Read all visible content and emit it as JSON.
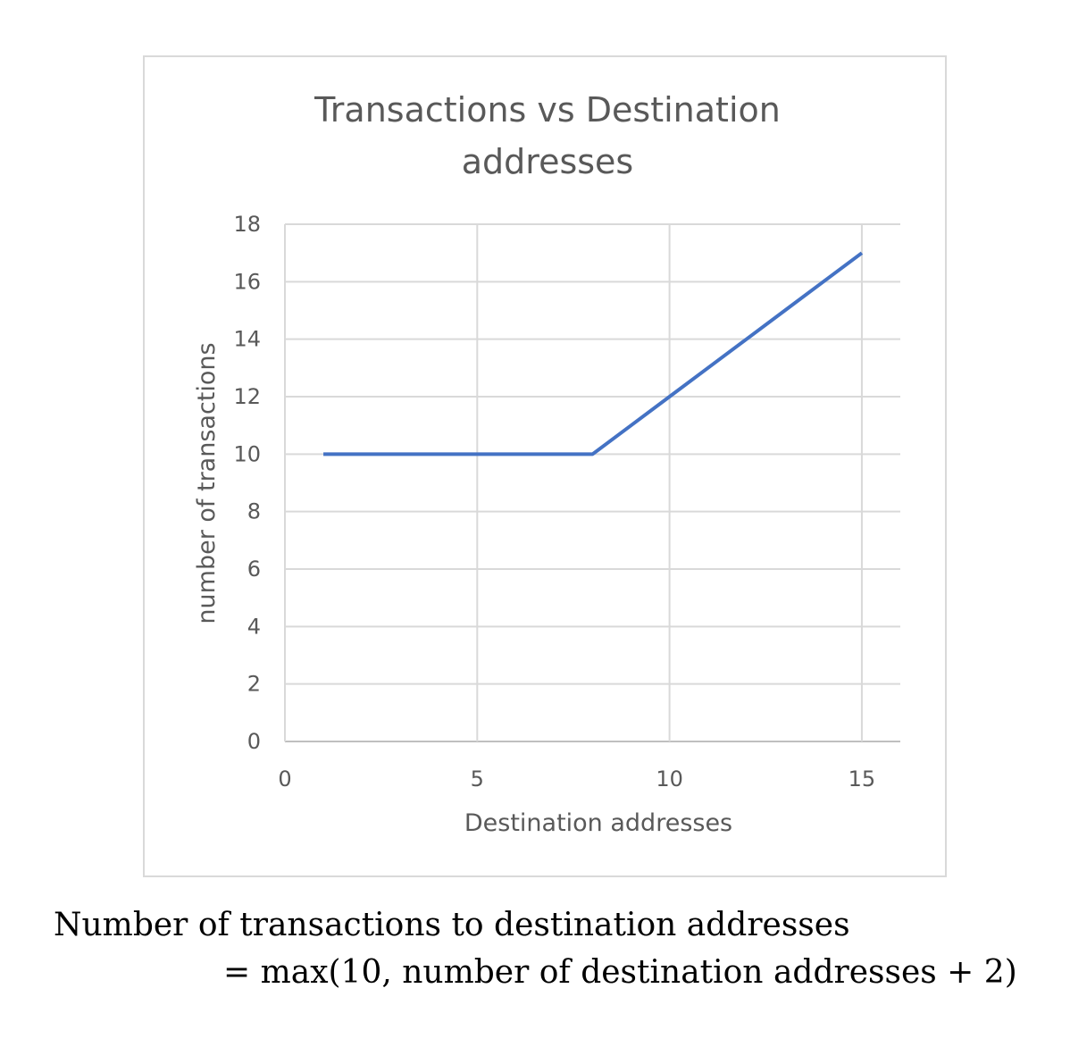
{
  "chart_data": {
    "type": "line",
    "title_lines": [
      "Transactions vs Destination",
      "addresses"
    ],
    "xlabel": "Destination addresses",
    "ylabel": "number of transactions",
    "xlim": [
      0,
      16
    ],
    "ylim": [
      0,
      18
    ],
    "xticks": [
      0,
      5,
      10,
      15
    ],
    "yticks": [
      0,
      2,
      4,
      6,
      8,
      10,
      12,
      14,
      16,
      18
    ],
    "grid": true,
    "line_color": "#4472c4",
    "series": [
      {
        "x": [
          1,
          2,
          3,
          4,
          5,
          6,
          7,
          8,
          9,
          10,
          11,
          12,
          13,
          14,
          15
        ],
        "y": [
          10,
          10,
          10,
          10,
          10,
          10,
          10,
          10,
          11,
          12,
          13,
          14,
          15,
          16,
          17
        ]
      }
    ]
  },
  "formula": {
    "line1": "Number of transactions to destination addresses",
    "line2": "=  max(10, number of destination addresses  + 2)"
  }
}
